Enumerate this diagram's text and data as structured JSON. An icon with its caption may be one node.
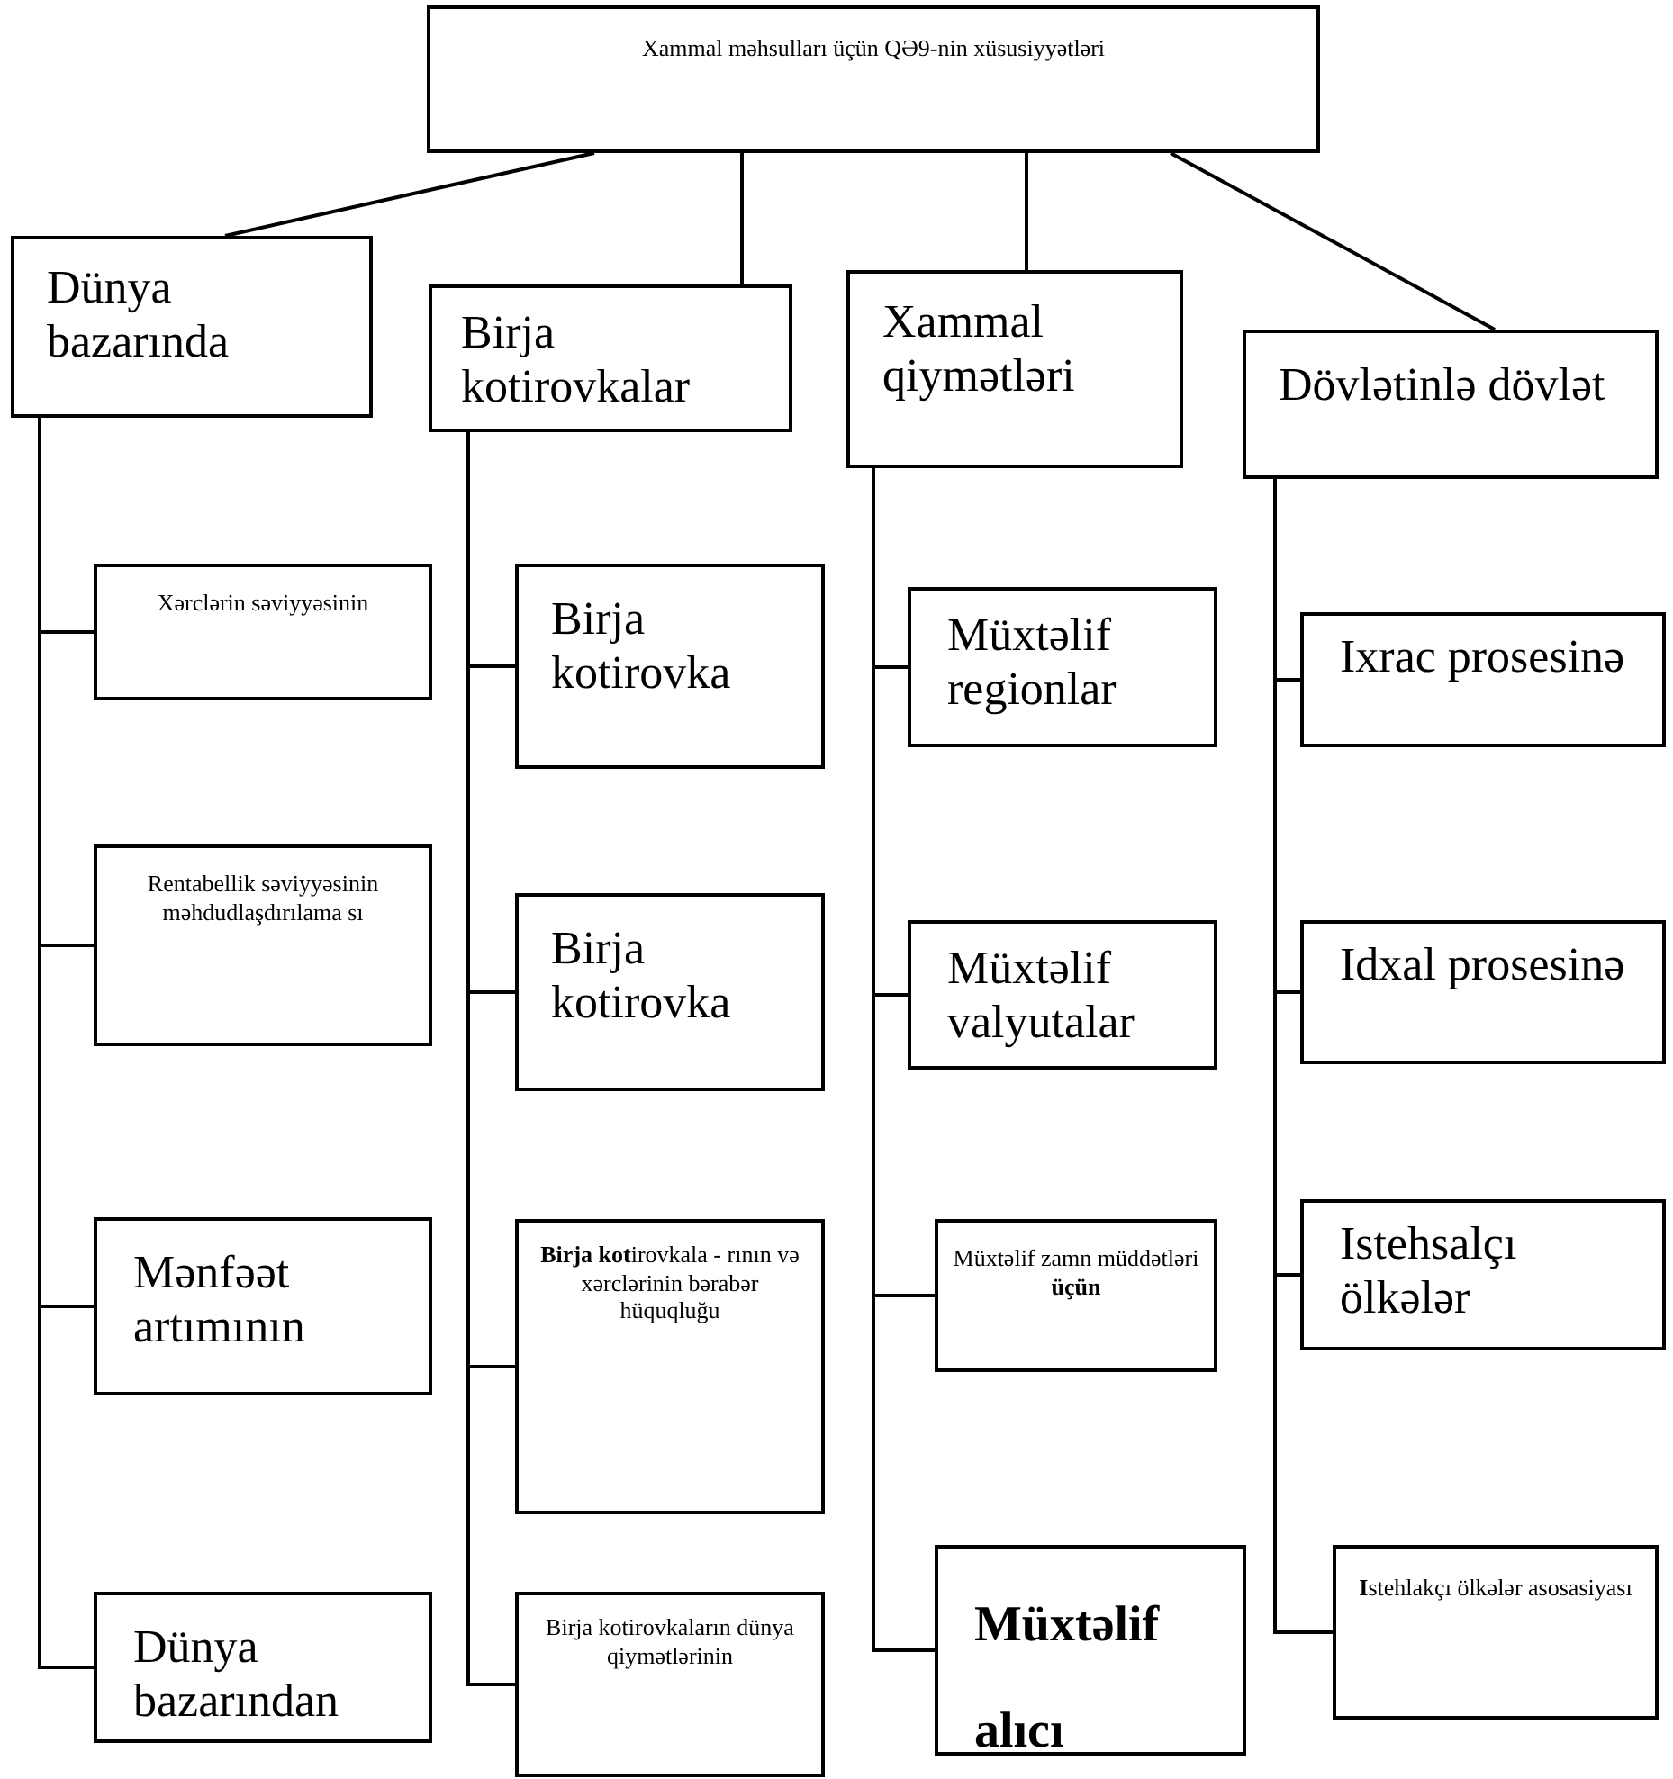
{
  "diagram": {
    "nodes": [
      {
        "text": [
          "Xammal məhsulları üçün QƏ9-nin xüsusiyyətləri"
        ]
      },
      {
        "text": [
          "Dünya bazarında"
        ]
      },
      {
        "text": [
          "Birja kotirovkalar"
        ]
      },
      {
        "text": [
          "Xammal qiymətləri"
        ]
      },
      {
        "text": [
          "Dövlətinlə dövlət"
        ]
      },
      {
        "text": [
          "Xərclərin səviyyəsinin"
        ]
      },
      {
        "text": [
          "Rentabellik səviyyəsinin məhdudlaşdırılama sı"
        ]
      },
      {
        "text": [
          "Mənfəət artımının"
        ]
      },
      {
        "text": [
          "Dünya bazarından"
        ]
      },
      {
        "text": [
          "Birja kotirovka"
        ]
      },
      {
        "text": [
          "Birja kotirovka"
        ]
      },
      {
        "text": [
          "**Birja kot**irovkala - rının və xərclərinin bərabər hüquqluğu"
        ]
      },
      {
        "text": [
          "Birja kotirovkaların dünya qiymətlərinin"
        ]
      },
      {
        "text": [
          "Müxtəlif regionlar"
        ]
      },
      {
        "text": [
          "Müxtəlif valyutalar"
        ]
      },
      {
        "text": [
          "Müxtəlif zamn müddətləri **üçün**"
        ]
      },
      {
        "text": [
          "Müxtəlif alıcı"
        ]
      },
      {
        "text": [
          "Ixrac prosesinə"
        ]
      },
      {
        "text": [
          "Idxal prosesinə"
        ]
      },
      {
        "text": [
          "Istehsalçı ölkələr"
        ]
      },
      {
        "text": [
          "**I**stehlakçı ölkələr asosasiyası"
        ]
      }
    ],
    "edges": [
      {
        "from": 0,
        "to": 1,
        "arrow": "none"
      },
      {
        "from": 0,
        "to": 2,
        "arrow": "none"
      },
      {
        "from": 0,
        "to": 3,
        "arrow": "none"
      },
      {
        "from": 0,
        "to": 4,
        "arrow": "none"
      },
      {
        "from": 1,
        "to": 5,
        "arrow": "none"
      },
      {
        "from": 1,
        "to": 6,
        "arrow": "none"
      },
      {
        "from": 1,
        "to": 7,
        "arrow": "none"
      },
      {
        "from": 1,
        "to": 8,
        "arrow": "none"
      },
      {
        "from": 2,
        "to": 9,
        "arrow": "none"
      },
      {
        "from": 2,
        "to": 10,
        "arrow": "none"
      },
      {
        "from": 2,
        "to": 11,
        "arrow": "none"
      },
      {
        "from": 2,
        "to": 12,
        "arrow": "none"
      },
      {
        "from": 3,
        "to": 13,
        "arrow": "none"
      },
      {
        "from": 3,
        "to": 14,
        "arrow": "none"
      },
      {
        "from": 3,
        "to": 15,
        "arrow": "none"
      },
      {
        "from": 3,
        "to": 16,
        "arrow": "none"
      },
      {
        "from": 4,
        "to": 17,
        "arrow": "none"
      },
      {
        "from": 4,
        "to": 18,
        "arrow": "none"
      },
      {
        "from": 4,
        "to": 19,
        "arrow": "none"
      },
      {
        "from": 4,
        "to": 20,
        "arrow": "none"
      }
    ]
  }
}
